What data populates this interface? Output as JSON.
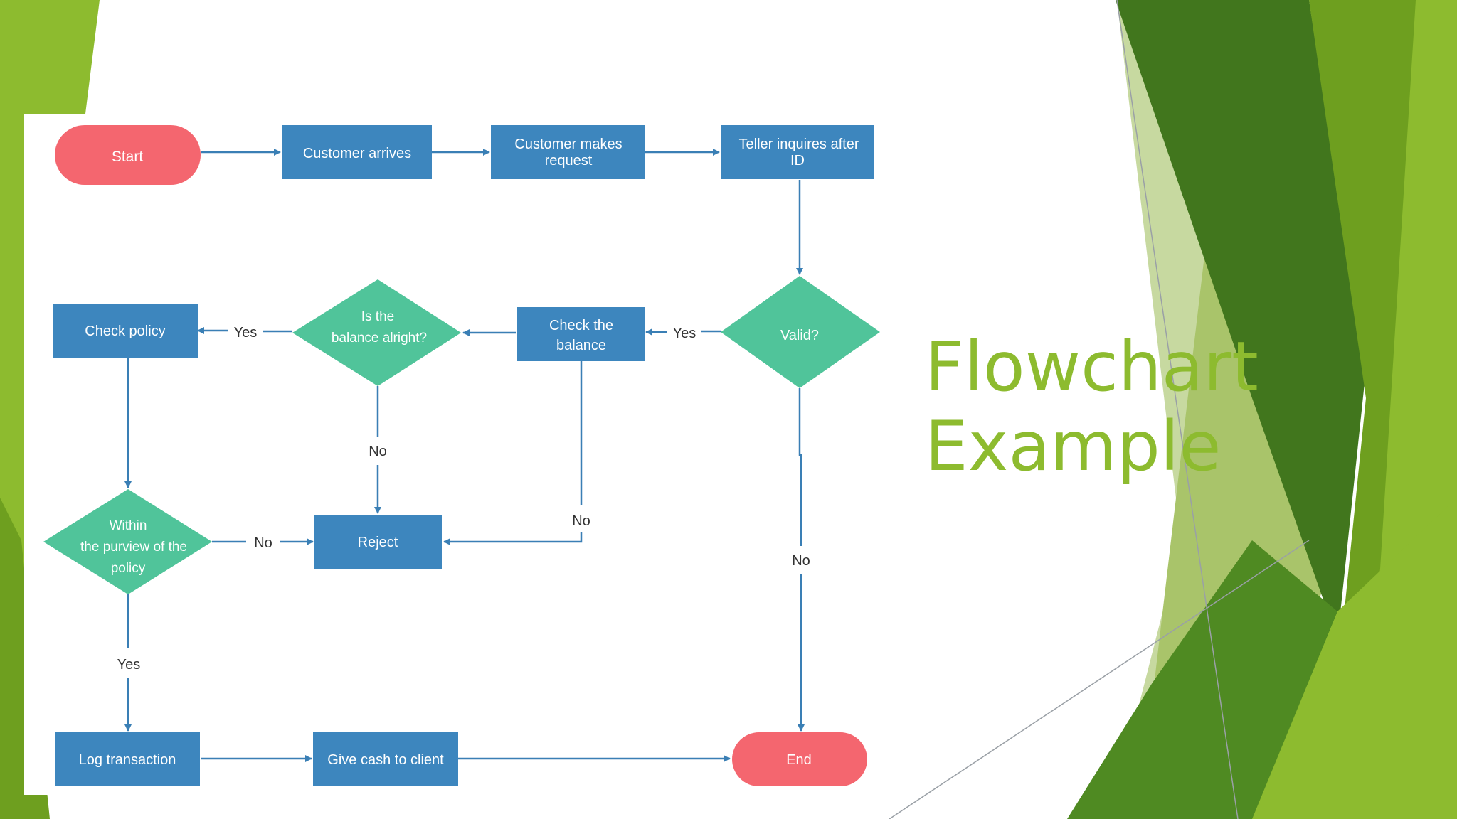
{
  "slide": {
    "title_line1": "Flowchart",
    "title_line2": "Example"
  },
  "colors": {
    "terminal": "#f4666f",
    "process": "#3d86be",
    "decision": "#50c49a",
    "connector": "#3a7fb5",
    "title": "#8dbb2f",
    "green_dark": "#41761d",
    "green_mid": "#6e9f1f",
    "green_light": "#8dbb2f",
    "green_pale": "#a9c46a"
  },
  "flowchart": {
    "nodes": {
      "start": "Start",
      "customer_arrives": "Customer arrives",
      "customer_request_l1": "Customer makes",
      "customer_request_l2": "request",
      "teller_l1": "Teller inquires after",
      "teller_l2": "ID",
      "valid": "Valid?",
      "check_balance_l1": "Check the",
      "check_balance_l2": "balance",
      "balance_ok_l1": "Is the",
      "balance_ok_l2": "balance  alright?",
      "check_policy": "Check policy",
      "purview_l1": "Within",
      "purview_l2": "the purview  of the",
      "purview_l3": "policy",
      "reject": "Reject",
      "log_transaction": "Log transaction",
      "give_cash": "Give cash to client",
      "end": "End"
    },
    "edge_labels": {
      "valid_yes": "Yes",
      "balance_yes": "Yes",
      "balance_no": "No",
      "check_balance_no": "No",
      "purview_no": "No",
      "purview_yes": "Yes",
      "valid_no": "No"
    }
  }
}
